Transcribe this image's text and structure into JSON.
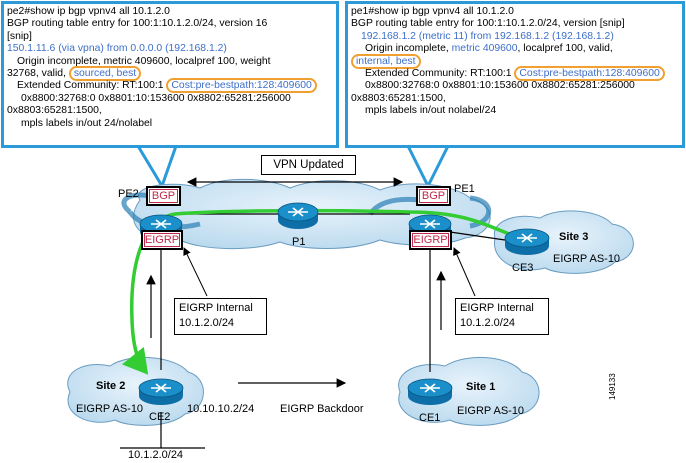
{
  "pe2_cli": {
    "line1": "pe2#show ip bgp vpnv4 all 10.1.2.0",
    "line2": "BGP routing table entry for 100:1:10.1.2.0/24, version 16",
    "line3": "[snip]",
    "line4": "150.1.11.6 (via vpna) from 0.0.0.0 (192.168.1.2)",
    "line5": "Origin incomplete, metric 409600, localpref 100, weight",
    "line6_pre": "32768, valid, ",
    "line6_hl": "sourced, best",
    "line7_pre": "Extended Community: RT:100:1 ",
    "line7_hl": "Cost:pre-bestpath:128:409600",
    "line8": "0x8800:32768:0 0x8801:10:153600 0x8802:65281:256000",
    "line9": "0x8803:65281:1500,",
    "line10": "mpls labels in/out 24/nolabel"
  },
  "pe1_cli": {
    "line1": "pe1#show ip bgp vpnv4 all 10.1.2.0",
    "line2": "BGP routing table entry for 100:1:10.1.2.0/24, version [snip]",
    "line3": "192.168.1.2 (metric 11) from 192.168.1.2 (192.168.1.2)",
    "line4_pre": "Origin incomplete, ",
    "line4_blue": "metric 409600",
    "line4_post": ", localpref 100, valid,",
    "line5_hl": "internal, best",
    "line6_pre": "Extended Community: RT:100:1 ",
    "line6_hl": "Cost:pre-bestpath:128:409600",
    "line7": "0x8800:32768:0 0x8801:10:153600 0x8802:65281:256000",
    "line8": "0x8803:65281:1500,",
    "line9": "mpls labels in/out nolabel/24"
  },
  "labels": {
    "vpn_updated": "VPN Updated",
    "pe2": "PE2",
    "pe1": "PE1",
    "p1": "P1",
    "bgp": "BGP",
    "eigrp": "EIGRP",
    "site3": "Site 3",
    "site3_as": "EIGRP AS-10",
    "ce3": "CE3",
    "site2": "Site 2",
    "site2_as": "EIGRP AS-10",
    "ce2": "CE2",
    "site1": "Site 1",
    "site1_as": "EIGRP AS-10",
    "ce1": "CE1",
    "eigrp_internal_left_1": "EIGRP Internal",
    "eigrp_internal_left_2": "10.1.2.0/24",
    "eigrp_internal_right_1": "EIGRP Internal",
    "eigrp_internal_right_2": "10.1.2.0/24",
    "link_ip": "10.10.10.2/24",
    "backdoor": "EIGRP Backdoor",
    "lan_prefix": "10.1.2.0/24",
    "figure_id": "149133"
  },
  "colors": {
    "callout_border": "#2a9ad8",
    "highlight_ring": "#f0a030",
    "blue_text": "#3d6fc9",
    "route_path": "#33cc33",
    "cloud_fill": "#cfe6f5",
    "router_fill": "#1a8fc9",
    "tag_red": "#c0284a"
  }
}
